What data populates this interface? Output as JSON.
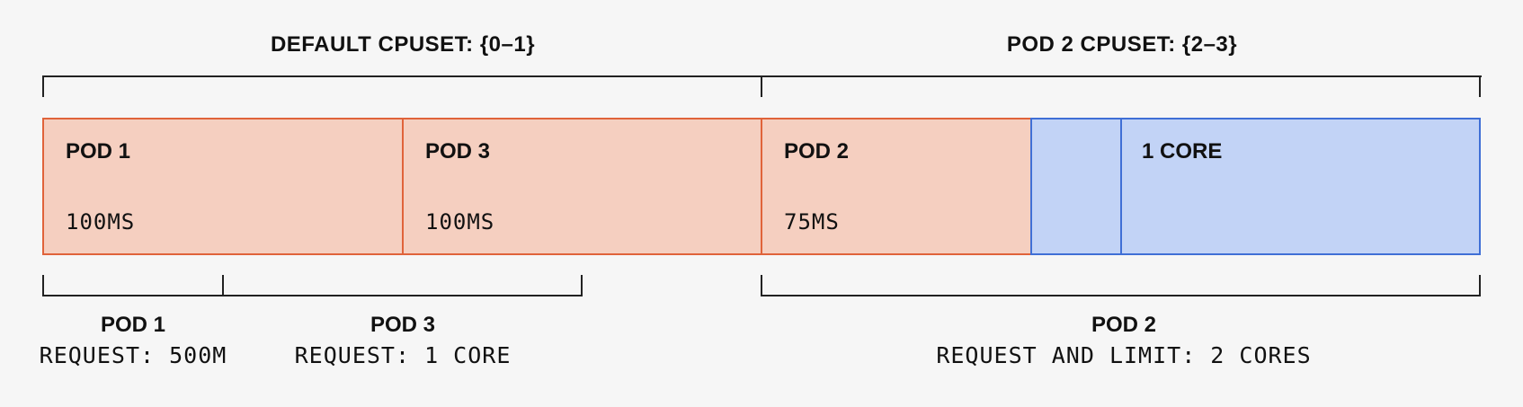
{
  "top": {
    "default_cpuset": "DEFAULT CPUSET: {0–1}",
    "pod2_cpuset": "POD 2 CPUSET: {2–3}"
  },
  "blocks": [
    {
      "title": "POD 1",
      "time": "100MS"
    },
    {
      "title": "POD 3",
      "time": "100MS"
    },
    {
      "title": "POD 2",
      "time": "75MS"
    },
    {
      "title": "1 CORE",
      "time": ""
    }
  ],
  "bottom": {
    "pod1": {
      "title": "POD 1",
      "request": "REQUEST: 500M"
    },
    "pod3": {
      "title": "POD 3",
      "request": "REQUEST: 1 CORE"
    },
    "pod2": {
      "title": "POD 2",
      "request": "REQUEST AND LIMIT: 2 CORES"
    }
  },
  "colors": {
    "orange_fill": "#f5cfc0",
    "orange_border": "#e0633a",
    "blue_fill": "#c2d3f6",
    "blue_border": "#3f6fd6",
    "background": "#f6f6f6"
  }
}
